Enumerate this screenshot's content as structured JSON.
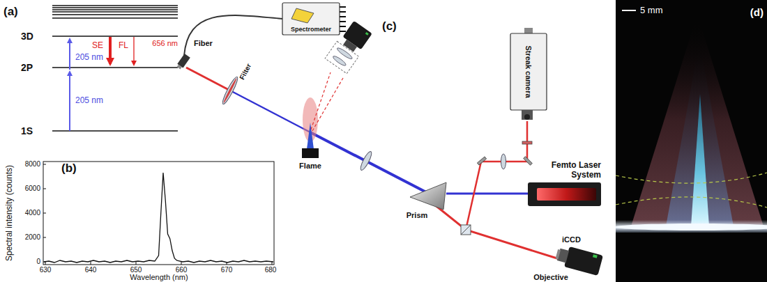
{
  "diagram": {
    "labels": [
      "(a)",
      "3D",
      "2P",
      "1S",
      "205 nm",
      "205 nm",
      "SE",
      "FL",
      "(b)",
      "Spectral intensity (counts)",
      "8000",
      "6000",
      "4000",
      "2000",
      "0",
      "630",
      "640",
      "650",
      "660",
      "670",
      "680",
      "Wavelength (nm)",
      "(c)",
      "Spectrometer",
      "Fiber",
      "656 nm",
      "Filter",
      "Flame",
      "Prism",
      "Femto Laser System",
      "Streak camera",
      "iCCD",
      "Objective",
      "5 mm",
      "(d)"
    ]
  }
}
